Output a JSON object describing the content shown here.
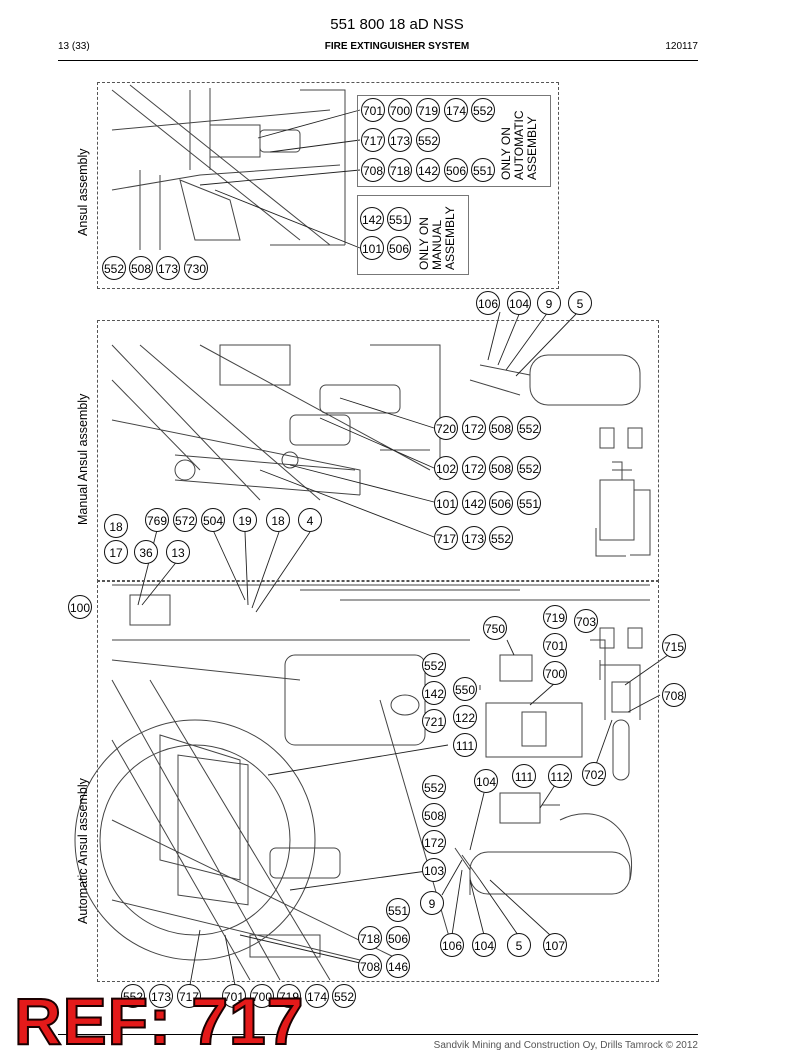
{
  "header": {
    "doc_number": "551 800 18 aD NSS",
    "page": "13 (33)",
    "title": "FIRE EXTINGUISHER SYSTEM",
    "date": "120117"
  },
  "sections": {
    "ansul": "Ansul assembly",
    "manual": "Manual Ansul assembly",
    "automatic": "Automatic Ansul assembly"
  },
  "notes": {
    "automatic_only": "ONLY ON\nAUTOMATIC\nASSEMBLY",
    "manual_only": "ONLY ON\nMANUAL\nASSEMBLY"
  },
  "callouts": {
    "ansul": [
      "701",
      "700",
      "719",
      "174",
      "552",
      "717",
      "173",
      "552",
      "708",
      "718",
      "142",
      "506",
      "551",
      "142",
      "551",
      "101",
      "506",
      "552",
      "508",
      "173",
      "730"
    ],
    "manual": [
      "106",
      "104",
      "9",
      "5",
      "720",
      "172",
      "508",
      "552",
      "102",
      "172",
      "508",
      "552",
      "101",
      "142",
      "506",
      "551",
      "717",
      "173",
      "552"
    ],
    "automatic": [
      "769",
      "572",
      "504",
      "19",
      "18",
      "4",
      "18",
      "17",
      "36",
      "13",
      "100",
      "750",
      "719",
      "703",
      "701",
      "715",
      "700",
      "552",
      "142",
      "550",
      "708",
      "721",
      "122",
      "111",
      "104",
      "111",
      "112",
      "702",
      "552",
      "508",
      "172",
      "103",
      "9",
      "551",
      "718",
      "506",
      "708",
      "146",
      "106",
      "104",
      "5",
      "107",
      "552",
      "173",
      "717",
      "701",
      "700",
      "719",
      "174",
      "552"
    ]
  },
  "watermark": "REF: 717",
  "footer": "Sandvik Mining and Construction Oy, Drills Tamrock © 2012"
}
